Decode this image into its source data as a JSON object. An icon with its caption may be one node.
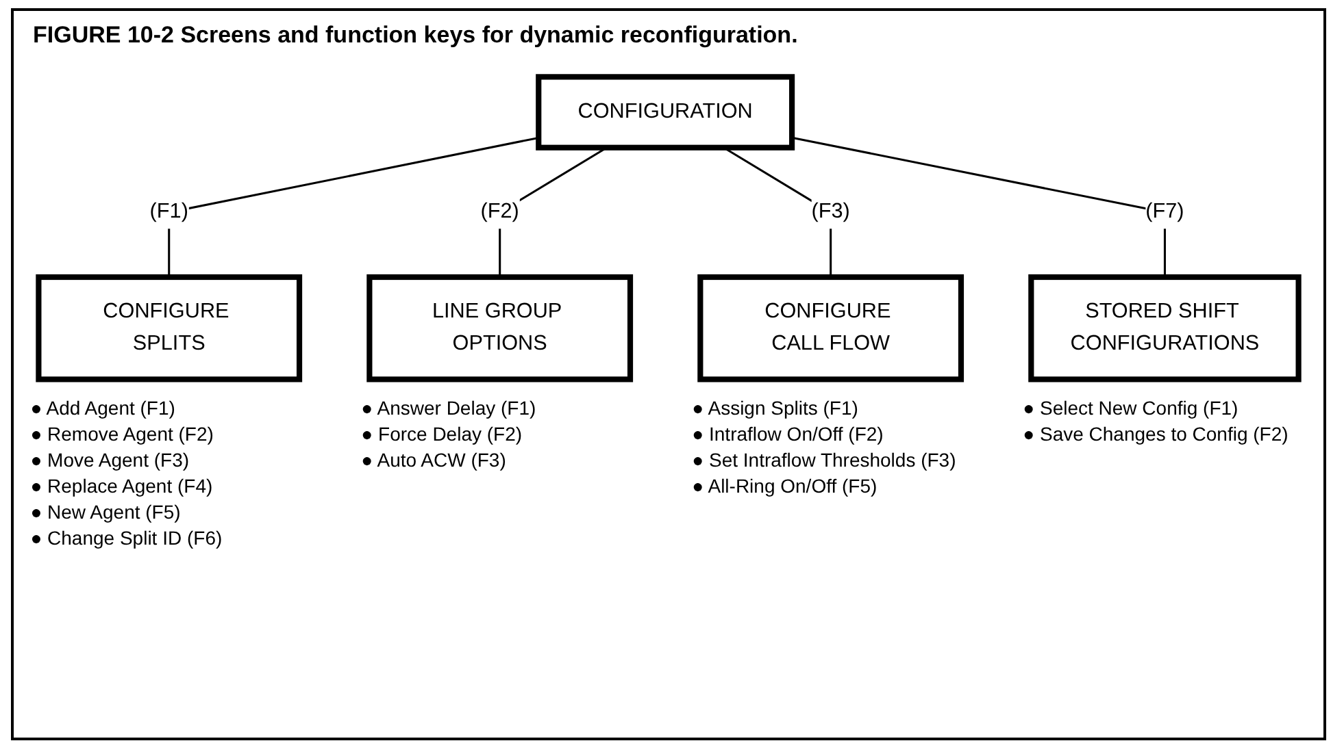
{
  "diagram": {
    "title": "FIGURE 10-2 Screens and function keys for dynamic reconfiguration.",
    "nodes": [
      {
        "text": [
          "CONFIGURATION"
        ]
      },
      {
        "text": [
          "CONFIGURE SPLITS"
        ],
        "beside": [
          "● Add Agent (F1)",
          "● Remove Agent (F2)",
          "● Move Agent (F3)",
          "● Replace Agent (F4)",
          "● New Agent (F5)",
          "● Change Split ID (F6)"
        ]
      },
      {
        "text": [
          "LINE GROUP OPTIONS"
        ],
        "beside": [
          "● Answer Delay (F1)",
          "● Force Delay (F2)",
          "● Auto ACW (F3)"
        ]
      },
      {
        "text": [
          "CONFIGURE CALL FLOW"
        ],
        "beside": [
          "● Assign Splits (F1)",
          "● Intraflow On/Off (F2)",
          "● Set Intraflow Thresholds (F3)",
          "● All-Ring On/Off (F5)"
        ]
      },
      {
        "text": [
          "STORED SHIFT CONFIGURATIONS"
        ],
        "beside": [
          "● Select New Config (F1)",
          "● Save Changes to Config (F2)"
        ]
      }
    ],
    "edges": [
      {
        "from": 0,
        "to": 1,
        "arrow": "none",
        "label": "(F1)"
      },
      {
        "from": 0,
        "to": 2,
        "arrow": "none",
        "label": "(F2)"
      },
      {
        "from": 0,
        "to": 3,
        "arrow": "none",
        "label": "(F3)"
      },
      {
        "from": 0,
        "to": 4,
        "arrow": "none",
        "label": "(F7)"
      }
    ]
  }
}
